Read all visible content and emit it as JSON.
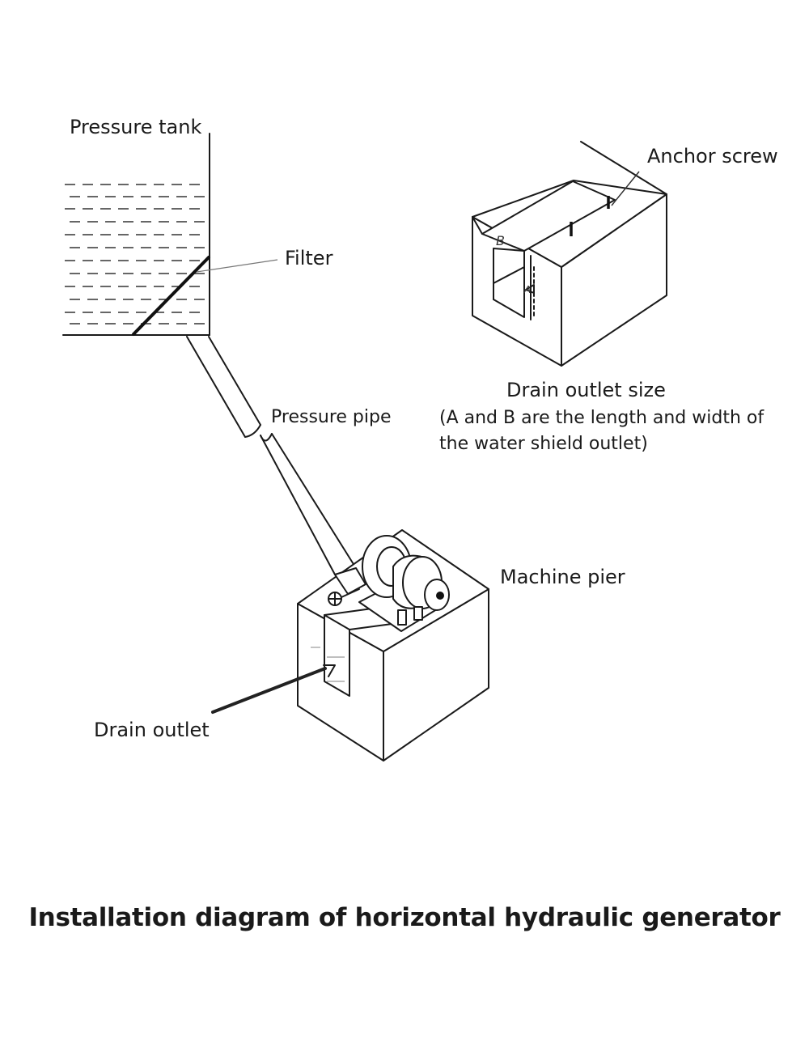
{
  "title": "Installation diagram of horizontal hydraulic generator",
  "labels": {
    "pressure_tank": "Pressure tank",
    "filter": "Filter",
    "pressure_pipe": "Pressure pipe",
    "machine_pier": "Machine pier",
    "drain_outlet": "Drain outlet",
    "anchor_screw": "Anchor screw",
    "drain_outlet_size": "Drain outlet size",
    "drain_outlet_note_line1": "(A and B are the length and width of",
    "drain_outlet_note_line2": "the water shield outlet)",
    "dim_a": "A",
    "dim_b": "B"
  }
}
